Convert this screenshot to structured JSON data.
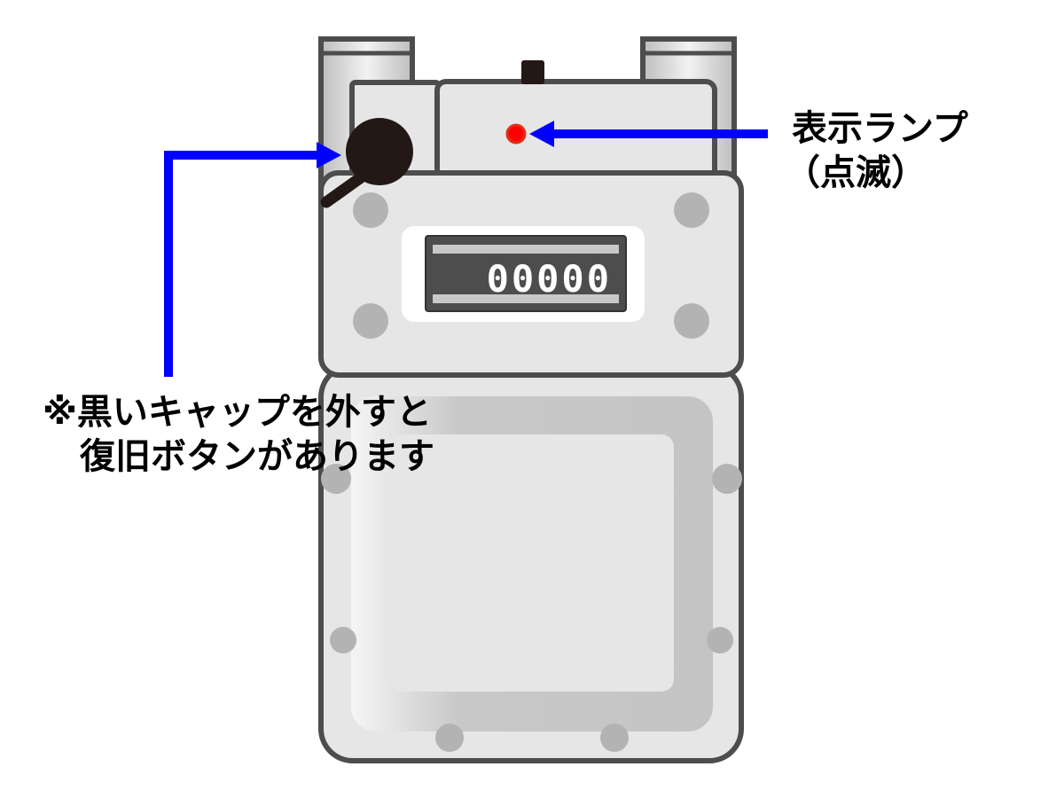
{
  "meter": {
    "counter_value": "00000"
  },
  "callouts": {
    "lamp": {
      "line1": "表示ランプ",
      "line2": "（点滅）"
    },
    "cap": {
      "line1": "※黒いキャップを外すと",
      "line2": "復旧ボタンがあります"
    }
  },
  "colors": {
    "arrow": "#0000ff",
    "lamp": "#ff0000",
    "cap": "#231815",
    "body": "#e6e6e6",
    "outline": "#4d4d4d",
    "bolt": "#b3b3b3"
  }
}
